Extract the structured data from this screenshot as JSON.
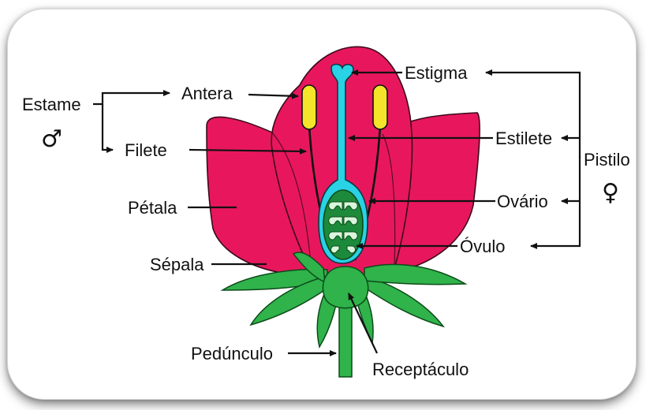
{
  "labels": {
    "estame": "Estame",
    "antera": "Antera",
    "filete": "Filete",
    "petala": "Pétala",
    "sepala": "Sépala",
    "pedunculo": "Pedúnculo",
    "receptaculo": "Receptáculo",
    "estigma": "Estigma",
    "estilete": "Estilete",
    "pistilo": "Pistilo",
    "ovario": "Ovário",
    "ovulo": "Óvulo"
  },
  "symbols": {
    "male": "♂",
    "female": "♀"
  },
  "colors": {
    "petal": "#e8175d",
    "petal_outline": "#3a0a18",
    "sepal": "#2fb34a",
    "sepal_outline": "#0d4a1a",
    "pistil": "#29d2e4",
    "ovary": "#1c8a3a",
    "ovule": "#d9f5dc",
    "anther": "#f4e52a"
  }
}
